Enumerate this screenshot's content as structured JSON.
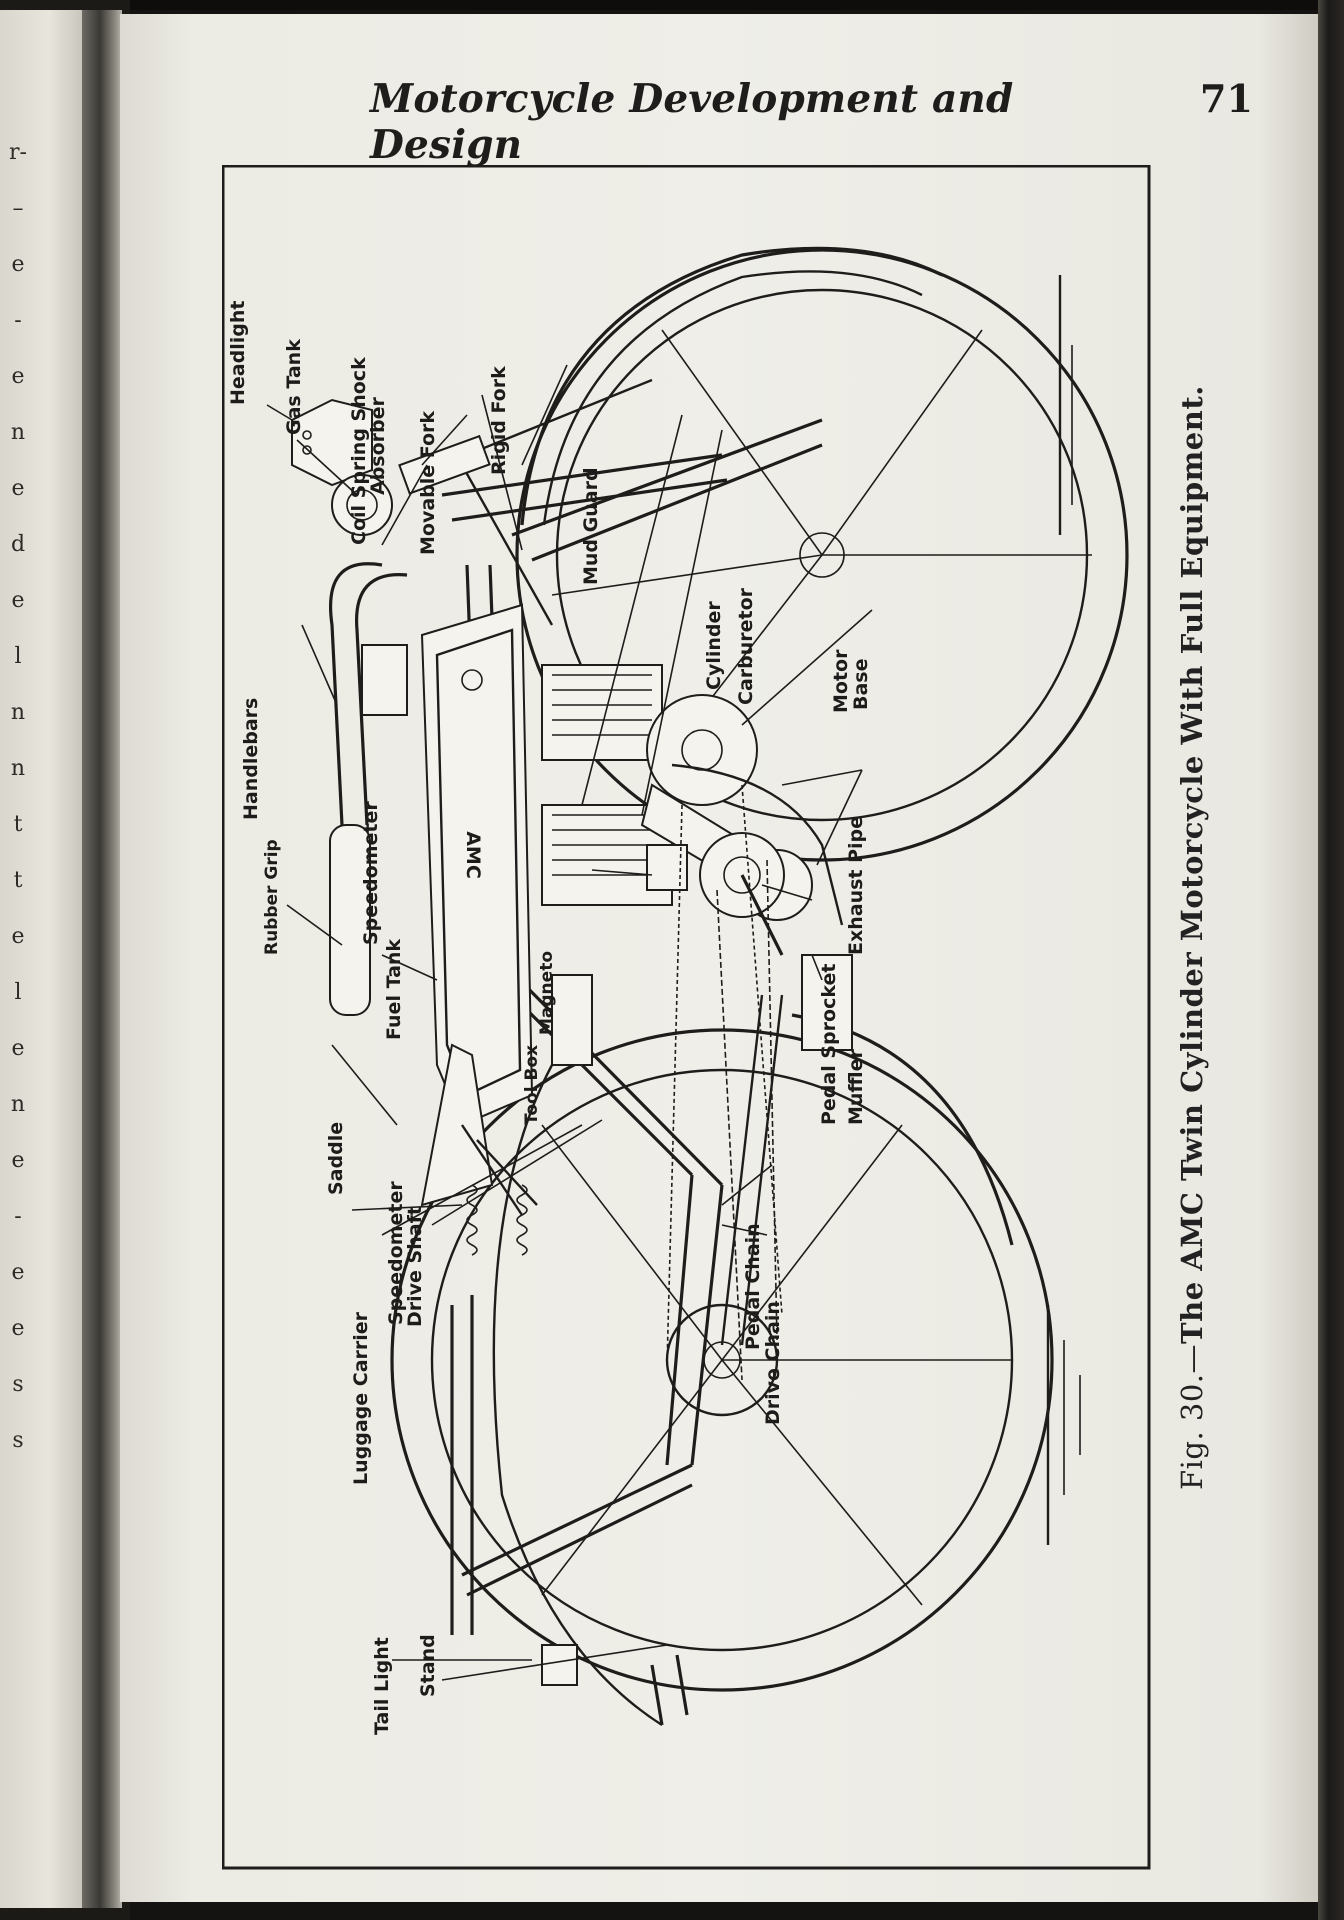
{
  "left_page": {
    "fragments": [
      "r-",
      "–",
      "e",
      "-",
      "e",
      "n",
      "e",
      "d",
      "e",
      "l",
      "n",
      "n",
      "t",
      "t",
      "e",
      "l",
      "e",
      "n",
      "e",
      "-",
      "e",
      "e",
      "s",
      "s"
    ]
  },
  "header": {
    "title": "Motorcycle Development and Design",
    "page_number": "71"
  },
  "figure": {
    "caption_number": "Fig. 30.—",
    "caption_title": "The AMC Twin Cylinder Motorcycle With Full Equipment.",
    "tank_logo": "AMC",
    "labels": {
      "headlight": "Headlight",
      "gas_tank": "Gas Tank",
      "coil_spring_1": "Coil Spring Shock",
      "coil_spring_2": "Absorber",
      "movable_fork": "Movable Fork",
      "rigid_fork": "Rigid Fork",
      "mud_guard": "Mud Guard",
      "cylinder": "Cylinder",
      "carburetor": "Carburetor",
      "handlebars": "Handlebars",
      "rubber_grip": "Rubber Grip",
      "speedometer": "Speedometer",
      "fuel_tank": "Fuel Tank",
      "motor_base_1": "Motor",
      "motor_base_2": "Base",
      "exhaust_pipe": "Exhaust Pipe",
      "magneto": "Magneto",
      "pedal_sprocket": "Pedal Sprocket",
      "muffler": "Muffler",
      "saddle": "Saddle",
      "tool_box": "Tool Box",
      "luggage_carrier": "Luggage Carrier",
      "speedometer_drive_1": "Speedometer",
      "speedometer_drive_2": "Drive Shaft",
      "pedal_chain": "Pedal Chain",
      "drive_chain": "Drive Chain",
      "tail_light": "Tail Light",
      "stand": "Stand"
    }
  }
}
